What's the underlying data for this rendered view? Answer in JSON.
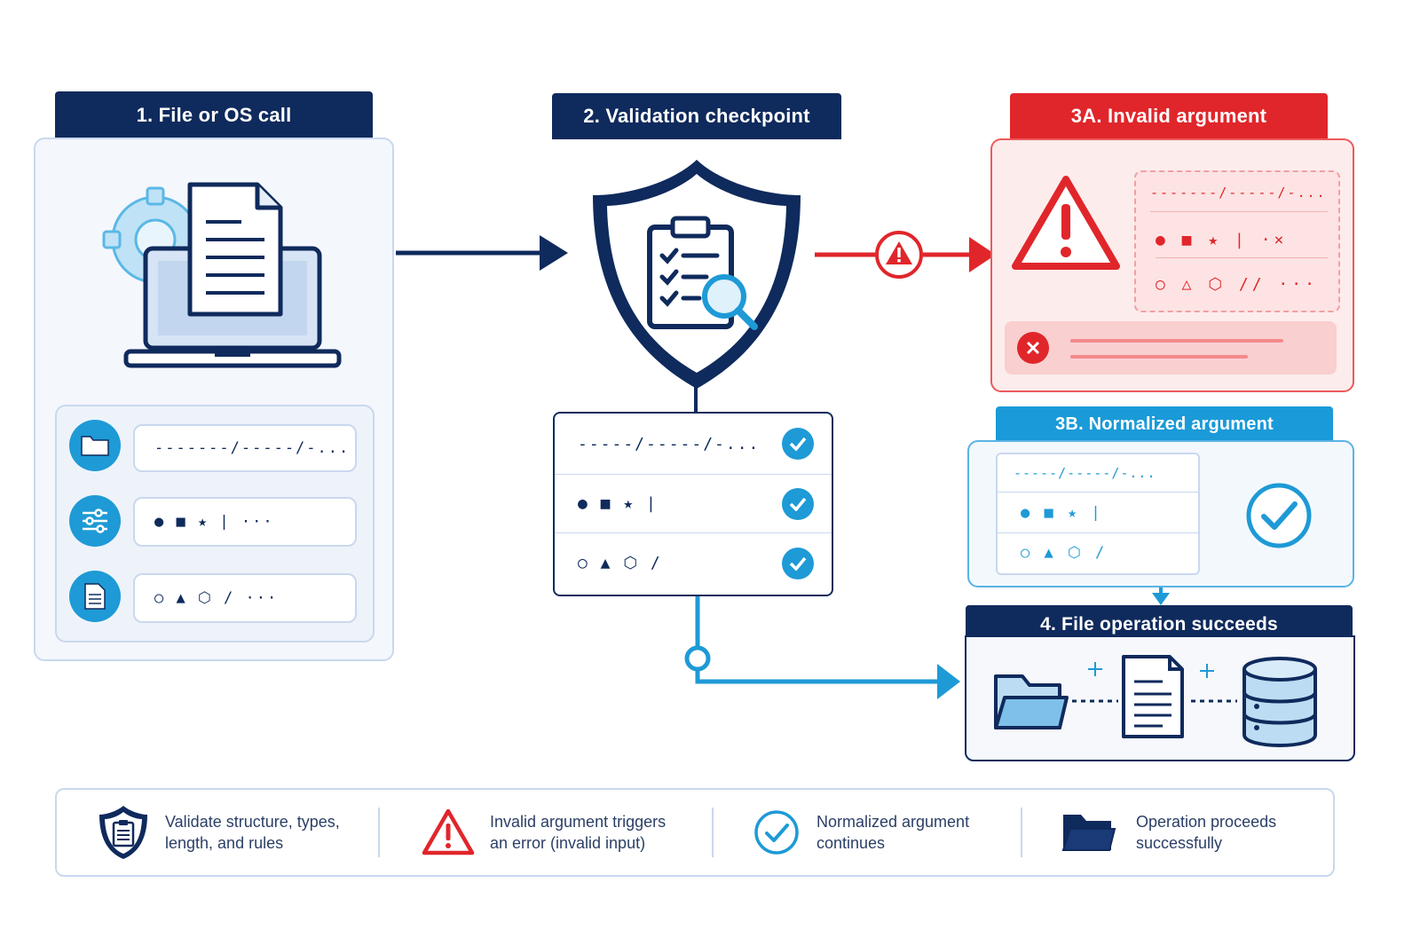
{
  "steps": {
    "s1": {
      "title": "1. File or OS call"
    },
    "s2": {
      "title": "2. Validation checkpoint"
    },
    "s3a": {
      "title": "3A. Invalid argument"
    },
    "s3b": {
      "title": "3B. Normalized argument"
    },
    "s4": {
      "title": "4. File operation succeeds"
    }
  },
  "args": {
    "path_long": "-------/-----/-...",
    "path_mid": "-----/-----/-...",
    "symbols_filled": "● ■ ★ | ···",
    "symbols_outline": "○ ▲ ⬡ / ···",
    "symbols_filled_short": "● ■ ★ |",
    "symbols_outline_short": "○ ▲ ⬡ /",
    "invalid_filled": "● ■ ★ | ·×",
    "invalid_outline": "○ △ ⬡ // ···"
  },
  "legend": [
    {
      "icon": "shield-clipboard-icon",
      "line1": "Validate structure, types,",
      "line2": "length, and rules"
    },
    {
      "icon": "warning-icon",
      "line1": "Invalid argument triggers",
      "line2": "an error (invalid input)"
    },
    {
      "icon": "check-circle-icon",
      "line1": "Normalized argument",
      "line2": "continues"
    },
    {
      "icon": "folder-icon",
      "line1": "Operation proceeds",
      "line2": "successfully"
    }
  ],
  "colors": {
    "navy": "#0f2a5c",
    "red": "#e0262b",
    "blue": "#1a9ad8"
  }
}
